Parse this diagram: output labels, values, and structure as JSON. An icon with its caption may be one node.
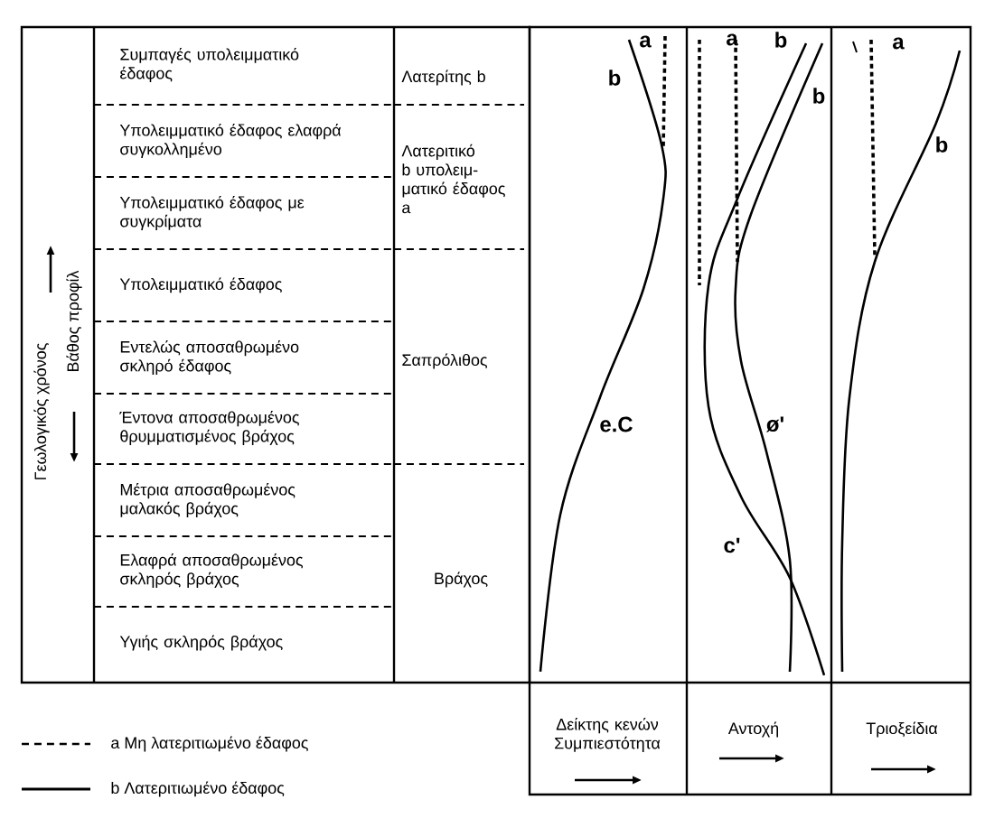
{
  "diagram": {
    "labels": [
      "Συμπαγές υπολειμματικό έδαφος",
      "Λατερίτης b",
      "Υπολειμματικό έδαφος ελαφρά συγκολλημένο",
      "Λατεριτικό b υπολειμ- ματικό έδαφος a",
      "Υπολειμματικό έδαφος με συγκρίματα",
      "Υπολειμματικό έδαφος",
      "Εντελώς αποσαθρωμένο σκληρό έδαφος",
      "Σαπρόλιθος",
      "Έντονα αποσαθρωμένος θρυμματισμένος βράχος",
      "Μέτρια αποσαθρωμένος μαλακός βράχος",
      "Ελαφρά αποσαθρωμένος σκληρός βράχος",
      "Βράχος",
      "Υγιής σκληρός βράχος",
      "a",
      "b",
      "e.C",
      "a",
      "b",
      "b",
      "ø'",
      "c'",
      "a",
      "b",
      "Γεωλογικός χρόνος",
      "Βάθος προφίλ",
      "Δείκτης κενών Συμπιεστότητα",
      "Αντοχή",
      "Τριοξείδια"
    ],
    "legend": [
      {
        "text": "a Μη λατεριτιωμένο έδαφος"
      },
      {
        "text": "b Λατεριτιωμένο έδαφος"
      }
    ]
  }
}
